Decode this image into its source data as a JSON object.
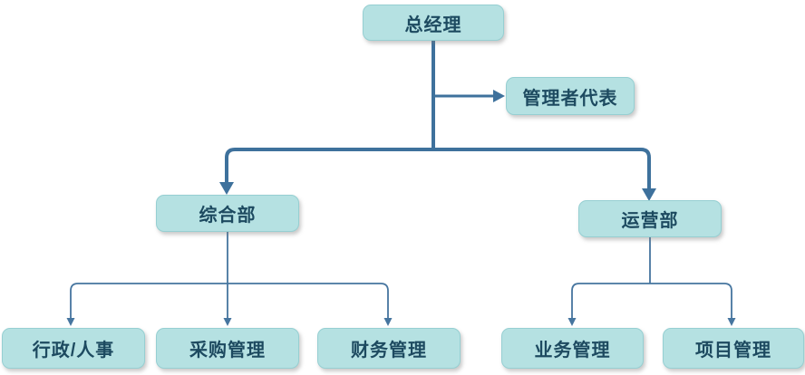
{
  "diagram": {
    "type": "org-chart",
    "nodes": [
      {
        "id": "general-manager",
        "label": "总经理",
        "level": 1,
        "parent": null
      },
      {
        "id": "management-representative",
        "label": "管理者代表",
        "level": 2,
        "parent": "general-manager"
      },
      {
        "id": "general-affairs-dept",
        "label": "综合部",
        "level": 2,
        "parent": "general-manager"
      },
      {
        "id": "operations-dept",
        "label": "运营部",
        "level": 2,
        "parent": "general-manager"
      },
      {
        "id": "admin-hr",
        "label": "行政/人事",
        "level": 3,
        "parent": "general-affairs-dept"
      },
      {
        "id": "procurement-management",
        "label": "采购管理",
        "level": 3,
        "parent": "general-affairs-dept"
      },
      {
        "id": "finance-management",
        "label": "财务管理",
        "level": 3,
        "parent": "general-affairs-dept"
      },
      {
        "id": "business-management",
        "label": "业务管理",
        "level": 3,
        "parent": "operations-dept"
      },
      {
        "id": "project-management",
        "label": "项目管理",
        "level": 3,
        "parent": "operations-dept"
      }
    ],
    "colors": {
      "node_fill": "#b5e1e2",
      "node_border": "#96cfd2",
      "node_text": "#1d4a60",
      "connector_thick": "#3e719c",
      "connector_thin": "#46759f",
      "background": "#ffffff"
    }
  }
}
